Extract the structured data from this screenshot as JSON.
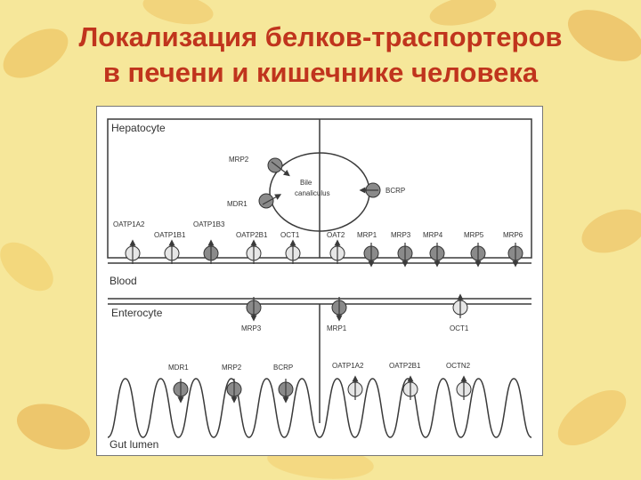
{
  "title": {
    "line1": "Локализация белков-траспортеров",
    "line2": "в печени и кишечнике человека"
  },
  "figure": {
    "hepatocyte_label": "Hepatocyte",
    "blood_label": "Blood",
    "enterocyte_label": "Enterocyte",
    "gut_label": "Gut lumen",
    "bile_label_1": "Bile",
    "bile_label_2": "canaliculus",
    "canalicular": {
      "mrp2": "MRP2",
      "mdr1": "MDR1",
      "bcrp": "BCRP"
    },
    "hep_transporters": [
      {
        "label": "OATP1A2",
        "fill": "light",
        "dir": "in"
      },
      {
        "label": "OATP1B1",
        "fill": "light",
        "dir": "in"
      },
      {
        "label": "OATP1B3",
        "fill": "gray",
        "dir": "in"
      },
      {
        "label": "OATP2B1",
        "fill": "light",
        "dir": "in"
      },
      {
        "label": "OCT1",
        "fill": "light",
        "dir": "in"
      },
      {
        "label": "OAT2",
        "fill": "light",
        "dir": "in"
      },
      {
        "label": "MRP1",
        "fill": "gray",
        "dir": "out"
      },
      {
        "label": "MRP3",
        "fill": "gray",
        "dir": "out"
      },
      {
        "label": "MRP4",
        "fill": "gray",
        "dir": "out"
      },
      {
        "label": "MRP5",
        "fill": "gray",
        "dir": "out"
      },
      {
        "label": "MRP6",
        "fill": "gray",
        "dir": "out"
      }
    ],
    "ent_basolateral": [
      {
        "label": "MRP3",
        "fill": "gray",
        "dir": "out"
      },
      {
        "label": "MRP1",
        "fill": "gray",
        "dir": "out"
      },
      {
        "label": "OCT1",
        "fill": "light",
        "dir": "in"
      }
    ],
    "ent_apical": [
      {
        "label": "MDR1",
        "fill": "gray",
        "dir": "out"
      },
      {
        "label": "MRP2",
        "fill": "gray",
        "dir": "out"
      },
      {
        "label": "BCRP",
        "fill": "gray",
        "dir": "out"
      },
      {
        "label": "OATP1A2",
        "fill": "light",
        "dir": "in"
      },
      {
        "label": "OATP2B1",
        "fill": "light",
        "dir": "in"
      },
      {
        "label": "OCTN2",
        "fill": "light",
        "dir": "in"
      }
    ],
    "colors": {
      "gray": "#8a8a8a",
      "light": "#e6e6e6",
      "line": "#3a3a3a",
      "title": "#c0341d"
    }
  }
}
